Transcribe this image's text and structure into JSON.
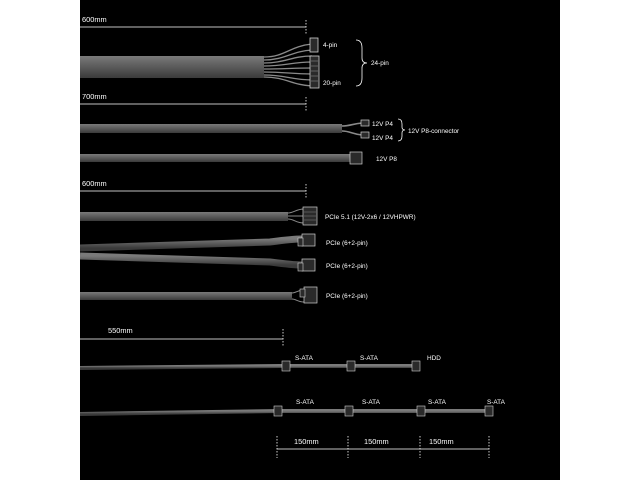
{
  "group1": {
    "length": "600mm",
    "label_top": "4-pin",
    "label_bottom": "20-pin",
    "label_brace": "24-pin"
  },
  "group2": {
    "length": "700mm",
    "label_p4a": "12V P4",
    "label_p4b": "12V P4",
    "label_brace": "12V P8-connector",
    "label_p8": "12V P8"
  },
  "group3": {
    "length": "600mm",
    "label_pcie5": "PCIe 5.1 (12V-2x6 / 12VHPWR)",
    "label_pcie_a": "PCIe (6+2-pin)",
    "label_pcie_b": "PCIe (6+2-pin)",
    "label_pcie_c": "PCIe (6+2-pin)"
  },
  "group4": {
    "length": "550mm",
    "row1": {
      "c1": "S-ATA",
      "c2": "S-ATA",
      "c3": "HDD"
    },
    "row2": {
      "c1": "S-ATA",
      "c2": "S-ATA",
      "c3": "S-ATA",
      "c4": "S-ATA"
    },
    "spacing1": "150mm",
    "spacing2": "150mm",
    "spacing3": "150mm"
  },
  "colors": {
    "background": "#000000",
    "cable": "#5a5a5a",
    "line": "#ffffff"
  }
}
